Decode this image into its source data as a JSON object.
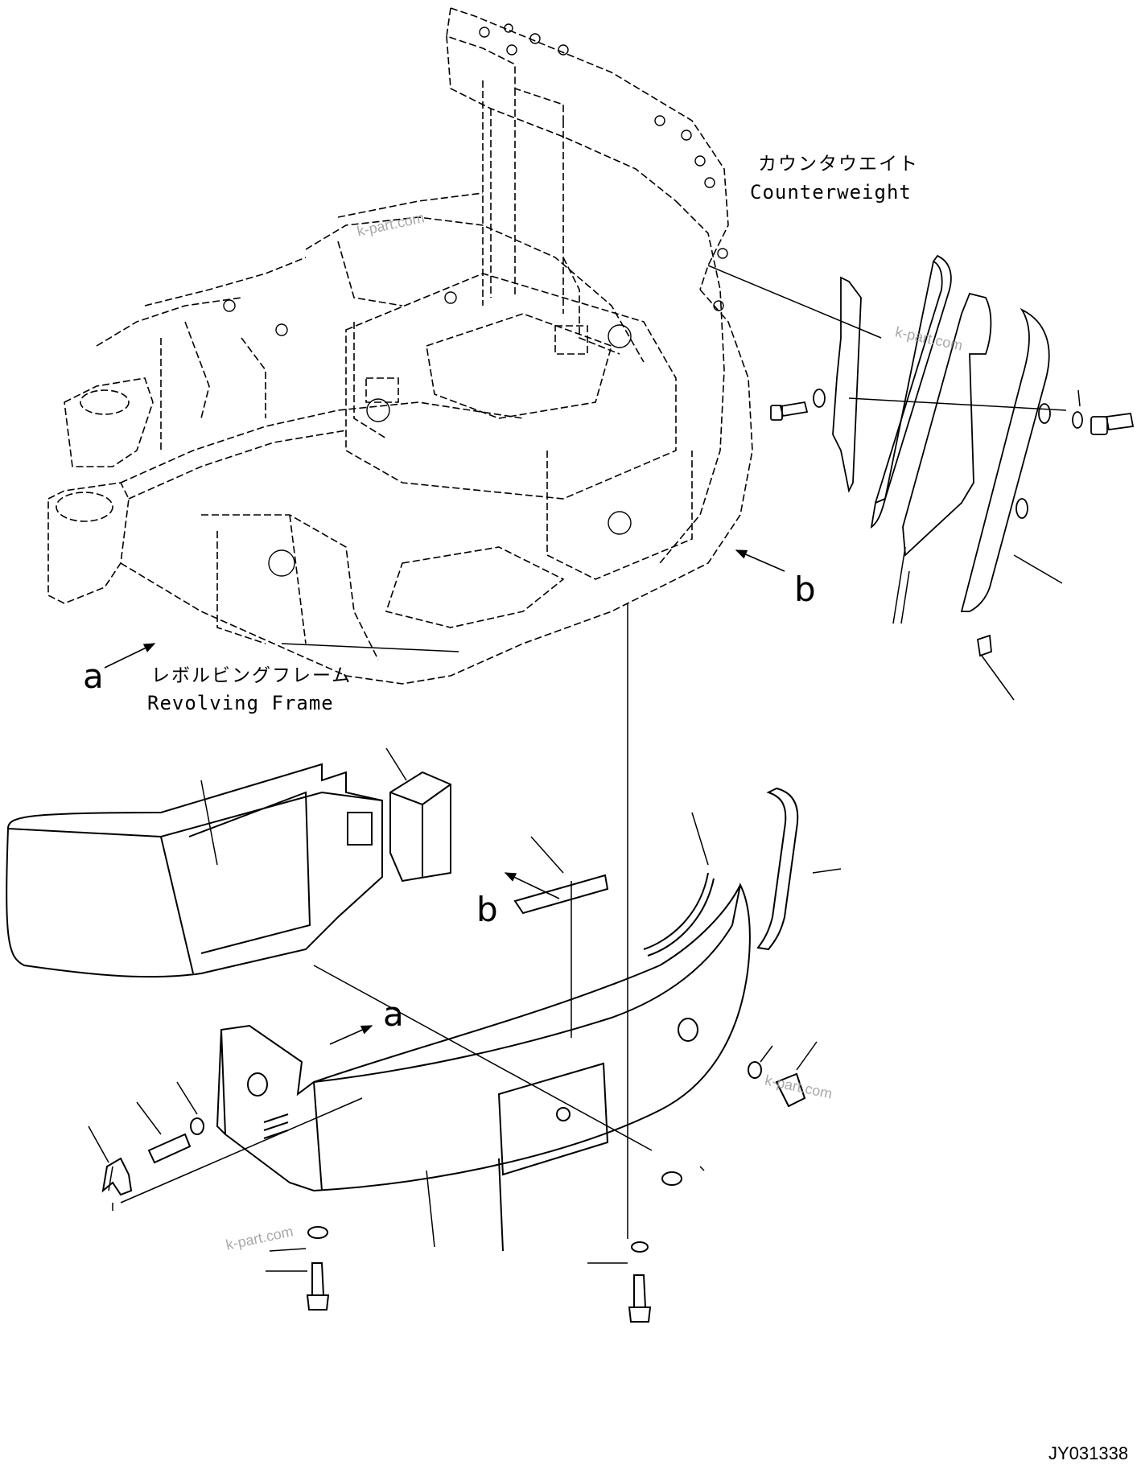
{
  "labels": {
    "counterweight_jp": "カウンタウエイト",
    "counterweight_en": "Counterweight",
    "frame_jp": "レボルビングフレーム",
    "frame_en": "Revolving Frame"
  },
  "callouts": {
    "a_frame": "a",
    "b_frame": "b",
    "a_counterweight": "a",
    "b_counterweight": "b"
  },
  "watermark": "k-part.com",
  "drawing_code": "JY031338"
}
